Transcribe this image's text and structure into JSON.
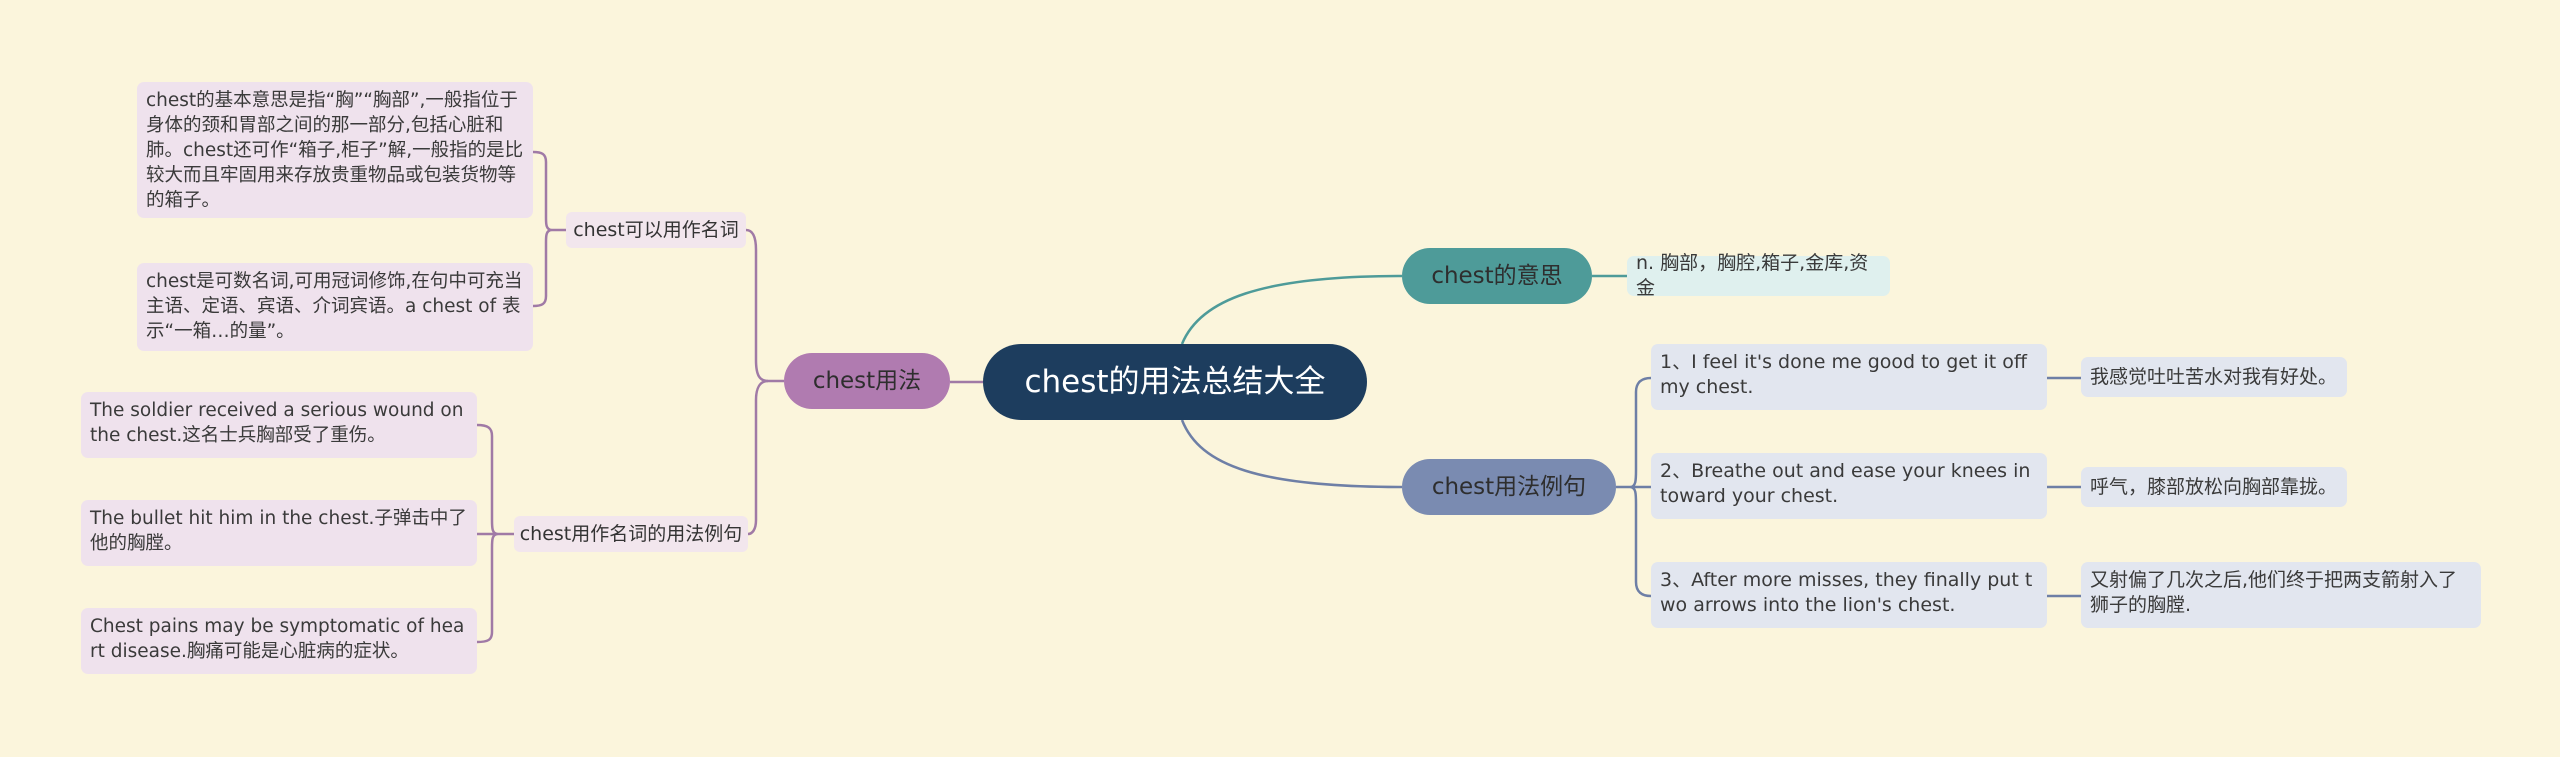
{
  "center": {
    "title": "chest的用法总结大全"
  },
  "left": {
    "branch": "chest用法",
    "noun_group": {
      "label": "chest可以用作名词",
      "items": [
        "chest的基本意思是指“胸”“胸部”,一般指位于身体的颈和胃部之间的那一部分,包括心脏和肺。chest还可作“箱子,柜子”解,一般指的是比较大而且牢固用来存放贵重物品或包装货物等的箱子。",
        "chest是可数名词,可用冠词修饰,在句中可充当主语、定语、宾语、介词宾语。a chest of 表示“一箱…的量”。"
      ]
    },
    "example_group": {
      "label": "chest用作名词的用法例句",
      "items": [
        "The soldier received a serious wound on the chest.这名士兵胸部受了重伤。",
        "The bullet hit him in the chest.子弹击中了他的胸膛。",
        "Chest pains may be symptomatic of heart disease.胸痛可能是心脏病的症状。"
      ]
    }
  },
  "right": {
    "meaning": {
      "label": "chest的意思",
      "definition": "n. 胸部，胸腔,箱子,金库,资金"
    },
    "examples": {
      "label": "chest用法例句",
      "items": [
        {
          "en": "1、I feel it's done me good to get it off my chest.",
          "zh": "我感觉吐吐苦水对我有好处。"
        },
        {
          "en": "2、Breathe out and ease your knees in toward your chest.",
          "zh": "呼气，膝部放松向胸部靠拢。"
        },
        {
          "en": "3、After more misses, they finally put two arrows into the lion's chest.",
          "zh": "又射偏了几次之后,他们终于把两支箭射入了狮子的胸膛."
        }
      ]
    }
  },
  "colors": {
    "background": "#fbf5dc",
    "center": "#1d3d5e",
    "usage": "#b07bb0",
    "meaning": "#4e9b99",
    "examples": "#7a8bb1",
    "link_left": "#a07aa6",
    "link_meaning": "#4e9b99",
    "link_examples": "#6e7fa6"
  }
}
